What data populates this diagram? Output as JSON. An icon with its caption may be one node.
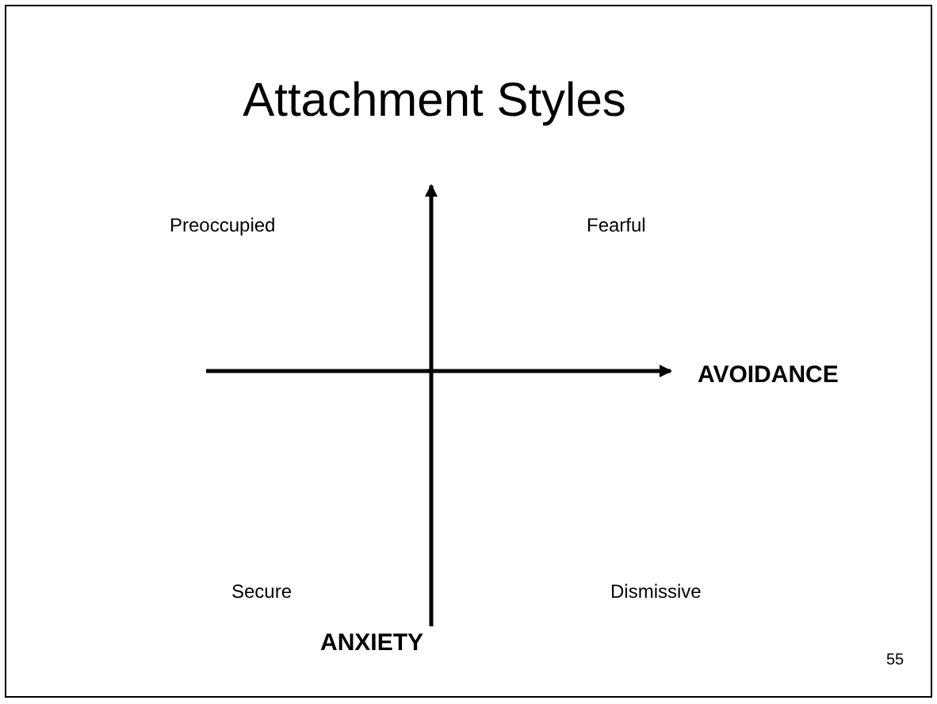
{
  "diagram": {
    "title": "Attachment Styles",
    "labels": [
      "Preoccupied",
      "Fearful",
      "AVOIDANCE",
      "Secure",
      "Dismissive",
      "ANXIETY",
      "55"
    ]
  }
}
